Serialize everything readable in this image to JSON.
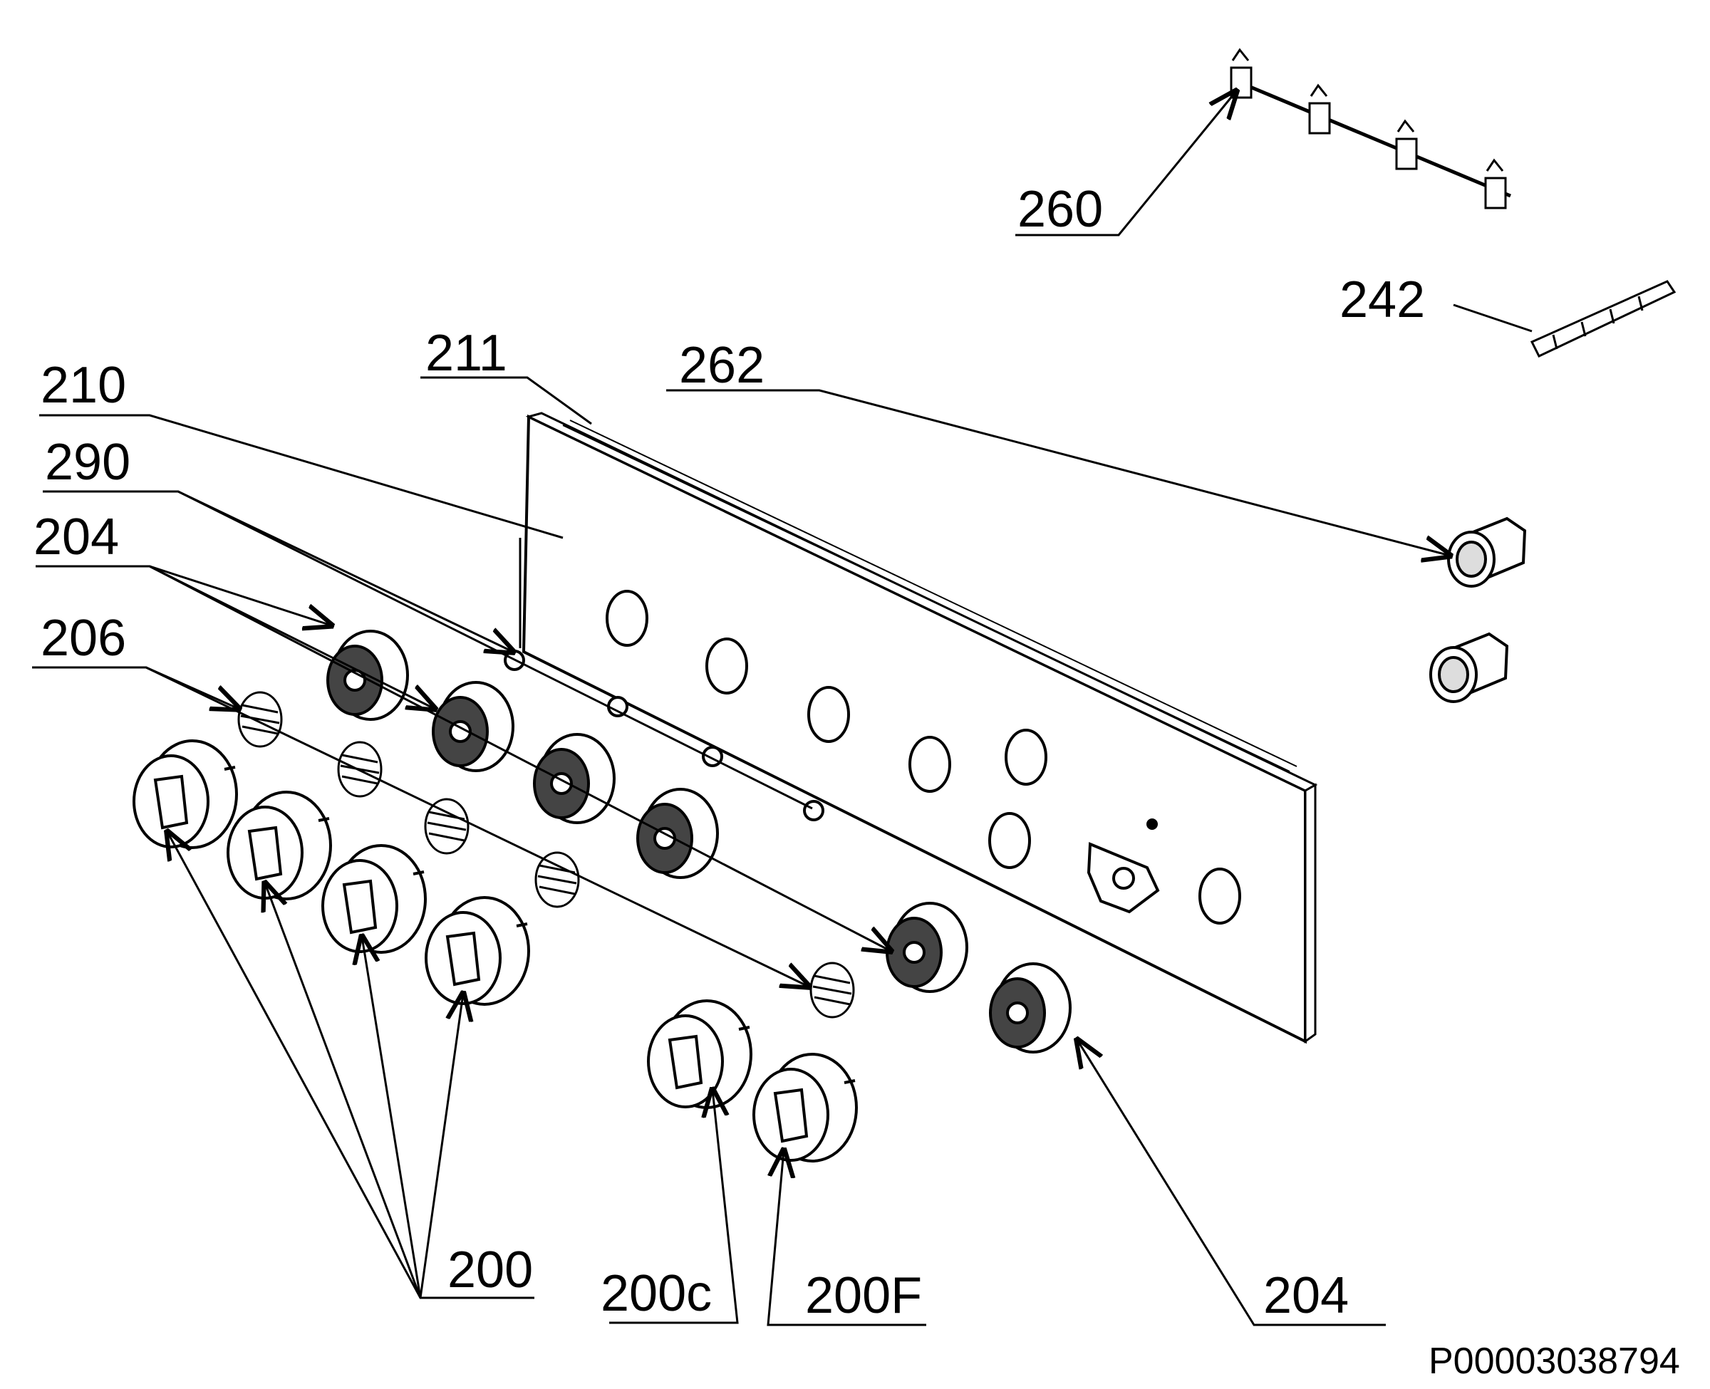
{
  "labels": {
    "l260": "260",
    "l242": "242",
    "l211": "211",
    "l262": "262",
    "l210": "210",
    "l290": "290",
    "l204a": "204",
    "l206": "206",
    "l200": "200",
    "l200c": "200c",
    "l200f": "200F",
    "l204b": "204"
  },
  "document_id": "P00003038794"
}
